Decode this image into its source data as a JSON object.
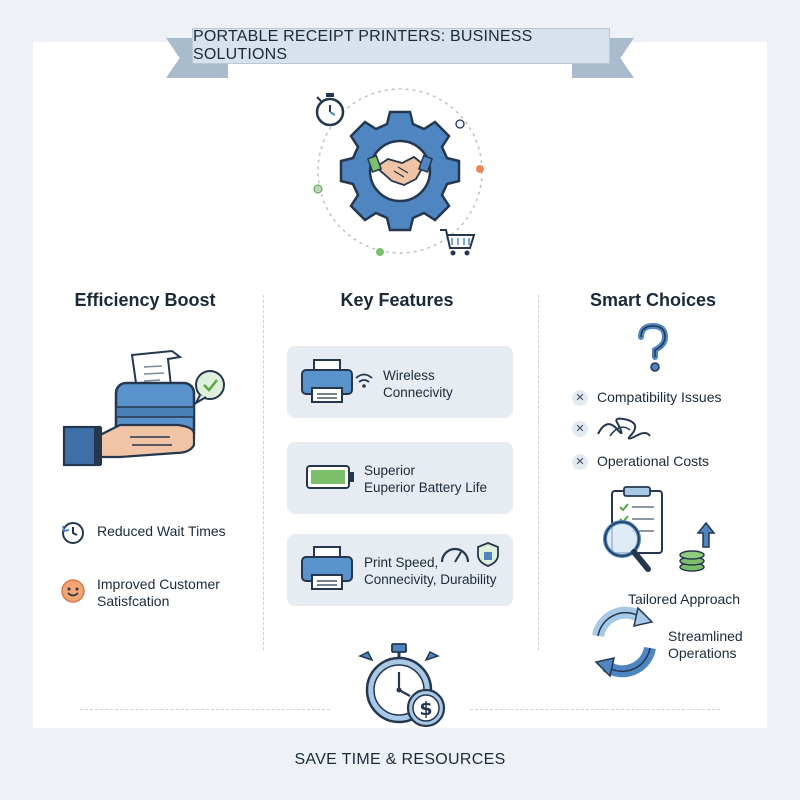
{
  "title": "PORTABLE RECEIPT PRINTERS: BUSINESS SOLUTIONS",
  "columns": {
    "efficiency": {
      "heading": "Efficiency Boost",
      "items": [
        "Reduced Wait Times",
        "Improved Customer",
        "Satisfcation"
      ]
    },
    "features": {
      "heading": "Key Features",
      "boxes": [
        {
          "line1": "Wireless",
          "line2": "Connecivity"
        },
        {
          "line1": "Superior",
          "line2": "Euperior Battery Life"
        },
        {
          "line1": "Print Speed,",
          "line2": "Connecivity, Durability"
        }
      ]
    },
    "smart": {
      "heading": "Smart Choices",
      "items": [
        "Compatibility Issues",
        "Operational Costs",
        "Tailored Approach",
        "Streamlined",
        "Operations"
      ]
    }
  },
  "footer": "SAVE TIME & RESOURCES",
  "colors": {
    "primary_blue": "#4f86c2",
    "dark_navy": "#25374e",
    "green": "#7cbf6a",
    "orange": "#e88a55",
    "light_blue": "#a8c9e6"
  },
  "icons": [
    "stopwatch-icon",
    "gear-icon",
    "handshake-icon",
    "shopping-cart-icon",
    "receipt-printer-icon",
    "hand-icon",
    "checkmark-bubble-icon",
    "clock-refresh-icon",
    "smiley-icon",
    "wireless-printer-icon",
    "wifi-icon",
    "battery-icon",
    "printer-icon",
    "speedometer-icon",
    "shield-icon",
    "question-mark-icon",
    "x-icon",
    "tangled-cable-icon",
    "clipboard-checklist-icon",
    "magnifier-icon",
    "coin-stack-icon",
    "arrow-up-icon",
    "cycle-arrows-icon",
    "stopwatch-dollar-icon"
  ]
}
